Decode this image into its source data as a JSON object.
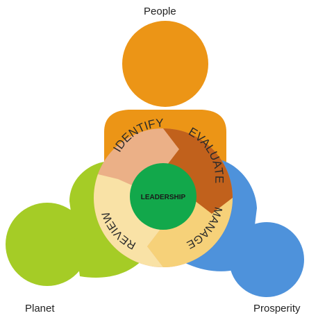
{
  "diagram": {
    "figures": [
      {
        "id": "people",
        "label": "People",
        "color": "#ec9516"
      },
      {
        "id": "planet",
        "label": "Planet",
        "color": "#a5cc26"
      },
      {
        "id": "prosperity",
        "label": "Prosperity",
        "color": "#4e92db"
      }
    ],
    "cycle_steps": [
      {
        "id": "identify",
        "label": "IDENTIFY",
        "color": "#ebb087"
      },
      {
        "id": "evaluate",
        "label": "EVALUATE",
        "color": "#c1611c"
      },
      {
        "id": "manage",
        "label": "MANAGE",
        "color": "#f6d179"
      },
      {
        "id": "review",
        "label": "REVIEW",
        "color": "#f9e2a6"
      }
    ],
    "center": {
      "label": "LEADERSHIP",
      "color": "#12a84b"
    }
  }
}
